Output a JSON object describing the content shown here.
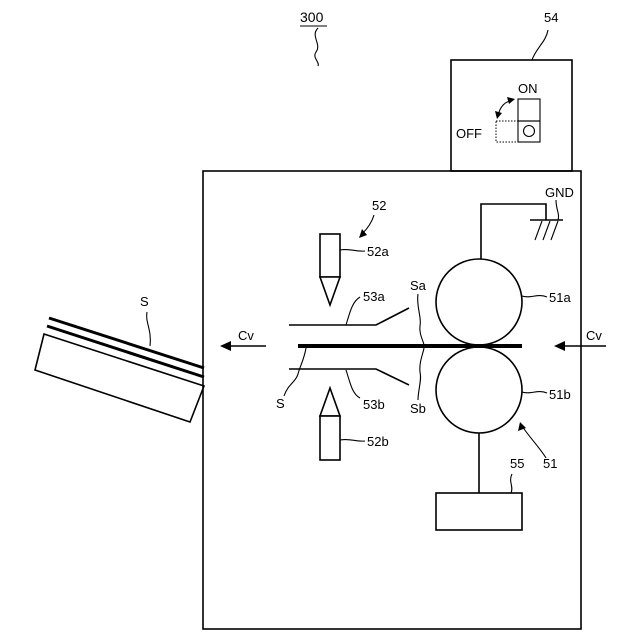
{
  "diagram": {
    "figure_ref": "300",
    "sheet_label_left": "S",
    "sheet_label_inner": "S",
    "switch": {
      "ref": "54",
      "on_label": "ON",
      "off_label": "OFF"
    },
    "ground_label": "GND",
    "needle_group_ref": "52",
    "needle_upper_ref": "52a",
    "needle_lower_ref": "52b",
    "guide_upper_ref": "53a",
    "guide_lower_ref": "53b",
    "surface_a_label": "Sa",
    "surface_b_label": "Sb",
    "roller_upper_ref": "51a",
    "roller_lower_ref": "51b",
    "roller_group_ref": "51",
    "power_box_ref": "55",
    "conveyance_left_label": "Cv",
    "conveyance_right_label": "Cv"
  }
}
